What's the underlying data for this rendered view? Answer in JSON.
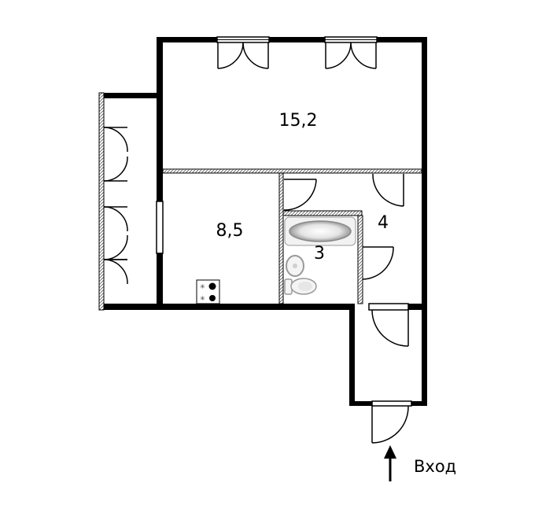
{
  "rooms": {
    "main_room": {
      "area": "15,2"
    },
    "kitchen": {
      "area": "8,5"
    },
    "bathroom": {
      "area": "3"
    },
    "hallway": {
      "area": "4"
    }
  },
  "entrance": {
    "label": "Вход"
  },
  "colors": {
    "wall": "#000000",
    "background": "#ffffff",
    "fixture_gray": "#9a9a9a"
  }
}
